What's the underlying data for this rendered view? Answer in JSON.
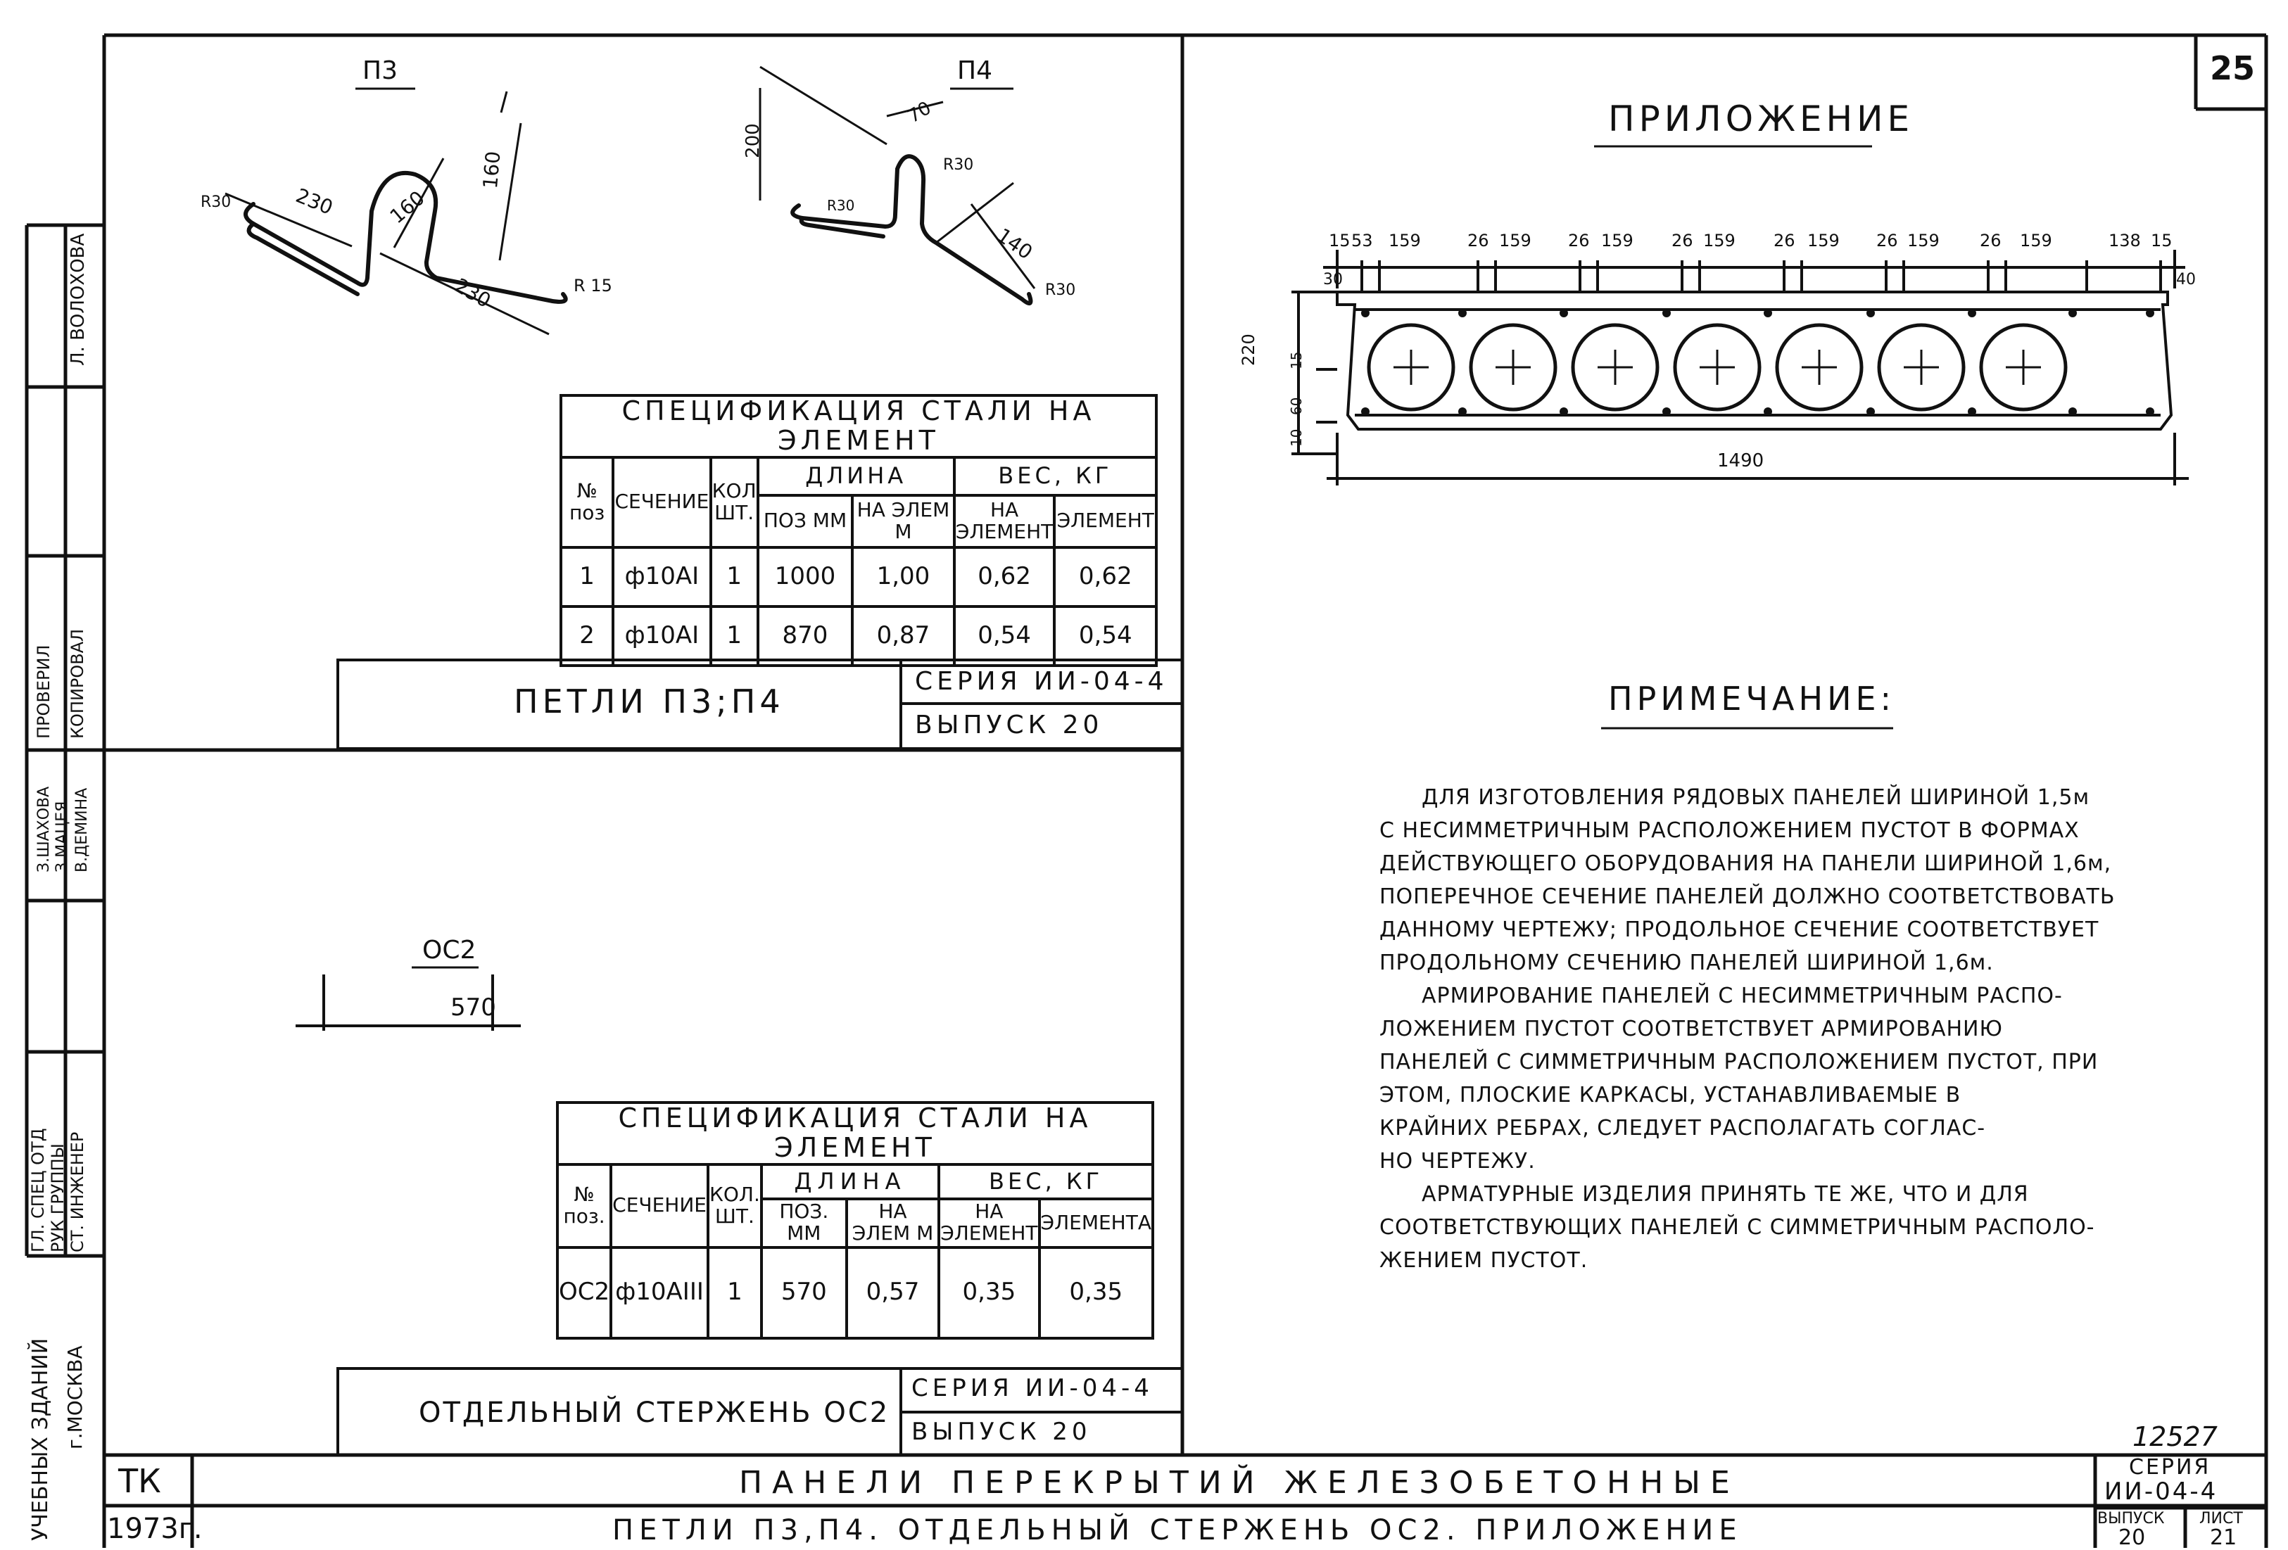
{
  "sheet_number": "25",
  "left_strip": {
    "roles": [
      "ГЛ. СПЕЦ ОТД",
      "РУК ГРУППЫ",
      "СТ. ИНЖЕНЕР",
      "ПРОВЕРИЛ",
      "КОПИРОВАЛ"
    ],
    "names": [
      "З.ШАХОВА",
      "З.МАЦЕЯ",
      "В.ДЕМИНА",
      "Л. ВОЛОХОВА"
    ],
    "org_line1": "УЧЕБНЫХ ЗДАНИЙ",
    "org_line2": "г.МОСКВА",
    "tk": "ТК",
    "year": "1973г."
  },
  "loops_drawing": {
    "p3_label": "П3",
    "p4_label": "П4",
    "p3_dims": [
      "R30",
      "230",
      "160",
      "160",
      "230",
      "R 15"
    ],
    "p4_dims": [
      "200",
      "70",
      "R30",
      "R30",
      "140",
      "R30"
    ]
  },
  "spec_table_1": {
    "caption": "СПЕЦИФИКАЦИЯ СТАЛИ НА ЭЛЕМЕНТ",
    "headers": {
      "pos": "№ поз",
      "section": "СЕЧЕНИЕ",
      "qty": "КОЛ ШТ.",
      "length": "ДЛИНА",
      "length_pos": "ПОЗ ММ",
      "length_elem": "НА ЭЛЕМ М",
      "weight": "ВЕС, КГ",
      "weight_pos": "НА ЭЛЕМЕНТ",
      "weight_elem": "ЭЛЕМЕНТ"
    },
    "rows": [
      [
        "1",
        "ф10АI",
        "1",
        "1000",
        "1,00",
        "0,62",
        "0,62"
      ],
      [
        "2",
        "ф10АI",
        "1",
        "870",
        "0,87",
        "0,54",
        "0,54"
      ]
    ]
  },
  "stamp_1": {
    "title": "ПЕТЛИ П3;П4",
    "series": "СЕРИЯ ИИ-04-4",
    "issue": "ВЫПУСК 20"
  },
  "rod_drawing": {
    "label": "ОС2",
    "length": "570"
  },
  "spec_table_2": {
    "caption": "СПЕЦИФИКАЦИЯ СТАЛИ НА ЭЛЕМЕНТ",
    "headers": {
      "pos": "№ поз.",
      "section": "СЕЧЕНИЕ",
      "qty": "КОЛ. ШТ.",
      "length": "ДЛИНА",
      "length_pos": "ПОЗ. ММ",
      "length_elem": "НА ЭЛЕМ М",
      "weight": "ВЕС, КГ",
      "weight_pos": "НА ЭЛЕМЕНТ",
      "weight_elem": "ЭЛЕМЕНТА"
    },
    "rows": [
      [
        "ОС2",
        "ф10АIII",
        "1",
        "570",
        "0,57",
        "0,35",
        "0,35"
      ]
    ]
  },
  "stamp_2": {
    "title": "ОТДЕЛЬНЫЙ СТЕРЖЕНЬ ОС2",
    "series": "СЕРИЯ ИИ-04-4",
    "issue": "ВЫПУСК 20"
  },
  "appendix": {
    "title": "ПРИЛОЖЕНИЕ",
    "top_dims": [
      "15",
      "53",
      "159",
      "26",
      "159",
      "26",
      "159",
      "26",
      "159",
      "26",
      "159",
      "26",
      "159",
      "26",
      "159",
      "138",
      "15"
    ],
    "dim_30": "30",
    "dim_40": "40",
    "dim_220": "220",
    "dim_15": "15",
    "dim_60": "60",
    "dim_10": "10",
    "dim_1490": "1490"
  },
  "note": {
    "title": "ПРИМЕЧАНИЕ:",
    "lines": [
      "ДЛЯ ИЗГОТОВЛЕНИЯ РЯДОВЫХ ПАНЕЛЕЙ ШИРИНОЙ 1,5м",
      "С НЕСИММЕТРИЧНЫМ РАСПОЛОЖЕНИЕМ ПУСТОТ В ФОРМАХ",
      "ДЕЙСТВУЮЩЕГО ОБОРУДОВАНИЯ НА ПАНЕЛИ ШИРИНОЙ 1,6м,",
      "ПОПЕРЕЧНОЕ СЕЧЕНИЕ ПАНЕЛЕЙ ДОЛЖНО СООТВЕТСТВОВАТЬ",
      "ДАННОМУ ЧЕРТЕЖУ; ПРОДОЛЬНОЕ СЕЧЕНИЕ СООТВЕТСТВУЕТ",
      "ПРОДОЛЬНОМУ СЕЧЕНИЮ ПАНЕЛЕЙ ШИРИНОЙ 1,6м.",
      "АРМИРОВАНИЕ ПАНЕЛЕЙ С НЕСИММЕТРИЧНЫМ РАСПО-",
      "ЛОЖЕНИЕМ ПУСТОТ СООТВЕТСТВУЕТ АРМИРОВАНИЮ",
      "ПАНЕЛЕЙ С СИММЕТРИЧНЫМ РАСПОЛОЖЕНИЕМ ПУСТОТ, ПРИ",
      "ЭТОМ, ПЛОСКИЕ КАРКАСЫ, УСТАНАВЛИВАЕМЫЕ В",
      "КРАЙНИХ РЕБРАХ, СЛЕДУЕТ РАСПОЛАГАТЬ СОГЛАС-",
      "НО ЧЕРТЕЖУ.",
      "АРМАТУРНЫЕ ИЗДЕЛИЯ ПРИНЯТЬ ТЕ ЖЕ, ЧТО И ДЛЯ",
      "СООТВЕТСТВУЮЩИХ ПАНЕЛЕЙ С СИММЕТРИЧНЫМ РАСПОЛО-",
      "ЖЕНИЕМ ПУСТОТ."
    ]
  },
  "title_block": {
    "doc_number": "12527",
    "line1": "ПАНЕЛИ ПЕРЕКРЫТИЙ ЖЕЛЕЗОБЕТОННЫЕ",
    "line2": "ПЕТЛИ П3,П4. ОТДЕЛЬНЫЙ СТЕРЖЕНЬ ОС2. ПРИЛОЖЕНИЕ",
    "series_label": "СЕРИЯ",
    "series_value": "ИИ-04-4",
    "issue_label": "ВЫПУСК",
    "issue_value": "20",
    "sheet_label": "ЛИСТ",
    "sheet_value": "21"
  }
}
